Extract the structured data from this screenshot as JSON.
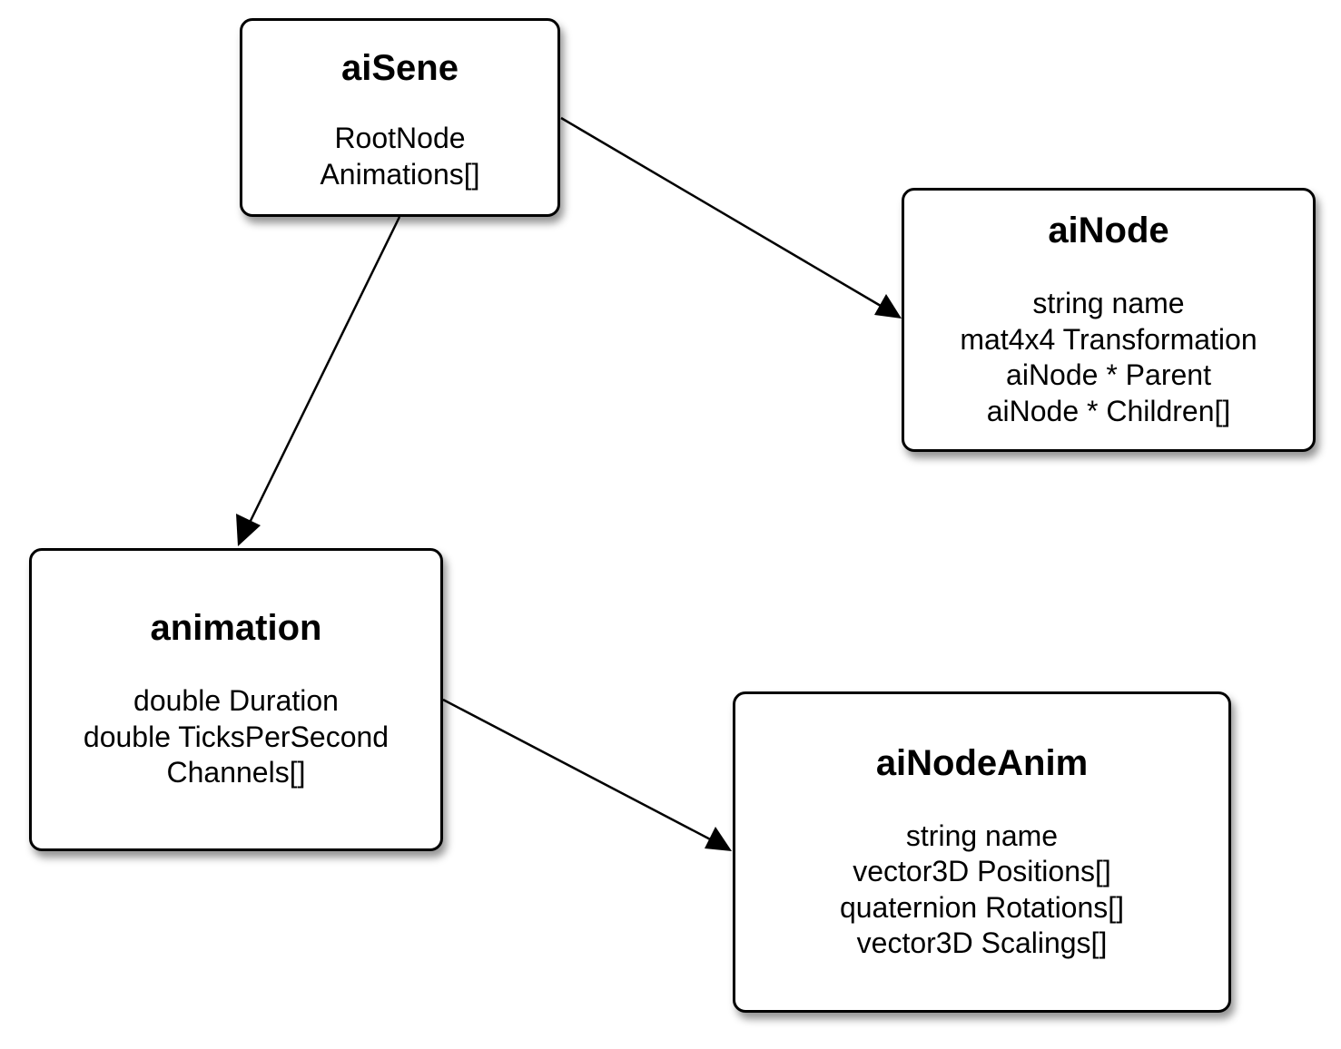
{
  "boxes": {
    "aiscene": {
      "title": "aiSene",
      "fields": [
        "RootNode",
        "Animations[]"
      ]
    },
    "ainode": {
      "title": "aiNode",
      "fields": [
        "string name",
        "mat4x4 Transformation",
        "aiNode * Parent",
        "aiNode * Children[]"
      ]
    },
    "animation": {
      "title": "animation",
      "fields": [
        "double Duration",
        "double TicksPerSecond",
        "Channels[]"
      ]
    },
    "ainodeanim": {
      "title": "aiNodeAnim",
      "fields": [
        "string name",
        "vector3D Positions[]",
        "quaternion Rotations[]",
        "vector3D Scalings[]"
      ]
    }
  },
  "connections": [
    {
      "from": "aiSene",
      "to": "aiNode"
    },
    {
      "from": "aiSene",
      "to": "animation"
    },
    {
      "from": "animation",
      "to": "aiNodeAnim"
    }
  ]
}
